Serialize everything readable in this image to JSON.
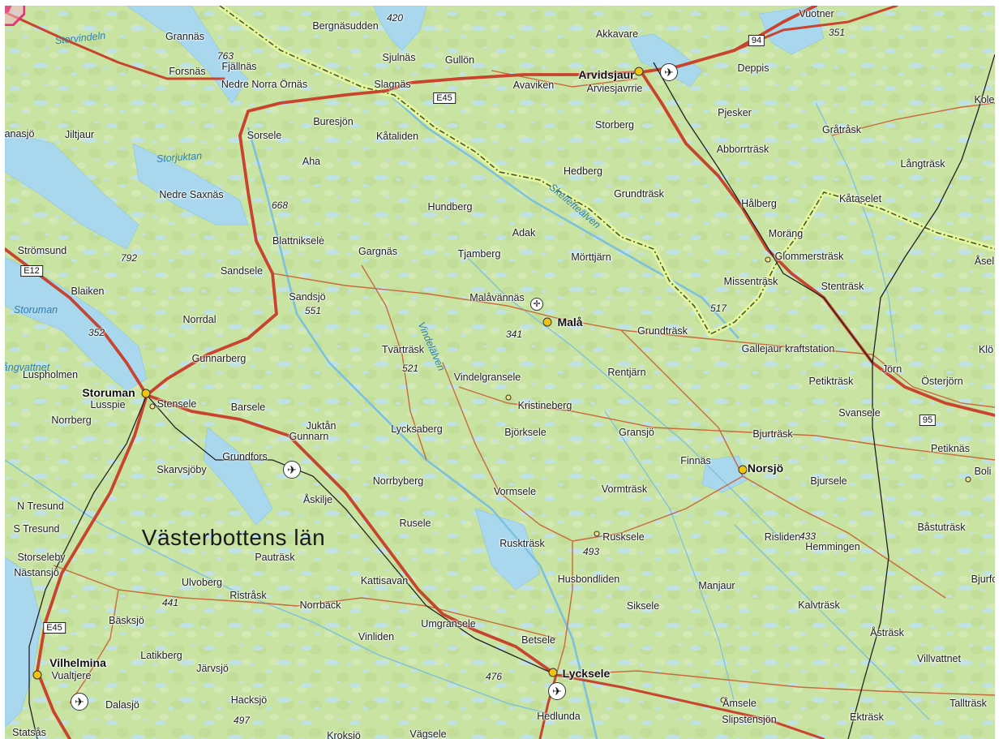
{
  "map": {
    "region": "Västerbottens län",
    "towns": [
      "Storuman",
      "Vilhelmina",
      "Lycksele",
      "Arvidsjaur",
      "Malå",
      "Norsjö"
    ],
    "places": [
      "Vuotner",
      "Akkavare",
      "Bergnäsudden",
      "Grannäs",
      "Fjällnäs",
      "Forsnäs",
      "Nedre Norra Örnäs",
      "Sjulnäs",
      "Gullön",
      "Slagnäs",
      "Avaviken",
      "Arviesjavrrie",
      "Deppis",
      "Kole",
      "Pjesker",
      "Gråtråsk",
      "Storberg",
      "Kåtaliden",
      "Buresjön",
      "Sorsele",
      "anasjö",
      "Jiltjaur",
      "Aha",
      "Nedre Saxnäs",
      "Abborrträsk",
      "Hedberg",
      "Långträsk",
      "Grundträsk",
      "Hundberg",
      "Hålberg",
      "Kåtaselet",
      "Adak",
      "Blattnikselė",
      "Gargnäs",
      "Tjamberg",
      "Mörttjärn",
      "Moräng",
      "Glommersträsk",
      "Åsel",
      "Strömsund",
      "Blaiken",
      "Sandsele",
      "Sandsjö",
      "Missenträsk",
      "Stenträsk",
      "Malåvännäs",
      "Grundträsk",
      "Gallejaur kraftstation",
      "Norrdal",
      "Klö",
      "Tvärträsk",
      "Gunnarberg",
      "Luspholmen",
      "Vindelgransele",
      "Rentjärn",
      "Jörn",
      "Österjörn",
      "Lusspie",
      "Stensele",
      "Kristineberg",
      "Petikträsk",
      "Norrberg",
      "Barsele",
      "Juktån",
      "Lycksaberg",
      "Björksele",
      "Gransjö",
      "Svansele",
      "Gunnarn",
      "Bjurträsk",
      "Petiknäs",
      "Grundfors",
      "Finnäs",
      "Boli",
      "Skarvsjöby",
      "Norrbyberg",
      "Vormsele",
      "Vormträsk",
      "Bjursele",
      "Åskilje",
      "N Tresund",
      "Rusele",
      "S Tresund",
      "Rusksele",
      "Risliden",
      "Hemmingen",
      "Båstuträsk",
      "Storseleby",
      "Ruskträsk",
      "Pauträsk",
      "Nästansjö",
      "Bjurfo",
      "Ulvoberg",
      "Husbondliden",
      "Manjaur",
      "Kattisavan",
      "Ristråsk",
      "Norrbäck",
      "Siksele",
      "Kalvträsk",
      "Bäsksjö",
      "Umgransele",
      "Åsträsk",
      "Vinliden",
      "Betsele",
      "Latikberg",
      "Villvattnet",
      "Järvsjö",
      "Vualtjere",
      "Dalasjö",
      "Hacksjö",
      "Åmsele",
      "Tallträsk",
      "Hedlunda",
      "Ekträsk",
      "Slipstensjön",
      "Statsås",
      "Kroksjö",
      "Vägsele"
    ],
    "elevations": [
      "420",
      "763",
      "351",
      "668",
      "792",
      "551",
      "352",
      "341",
      "521",
      "517",
      "493",
      "433",
      "441",
      "476",
      "497"
    ],
    "waters": [
      "Storvindeln",
      "Storjuktan",
      "Storuman",
      "Skellefteälven",
      "Vindelälven",
      "ångvattnet"
    ],
    "roads": [
      "E45",
      "E12",
      "94",
      "95"
    ],
    "colors": {
      "land": "#c9e3a2",
      "water": "#bfe2f2",
      "road_major": "#c8442e",
      "road_minor": "#c86a3c",
      "border": "#49553a",
      "border_glow": "#e4f69c",
      "marker": "#e0357a"
    }
  }
}
